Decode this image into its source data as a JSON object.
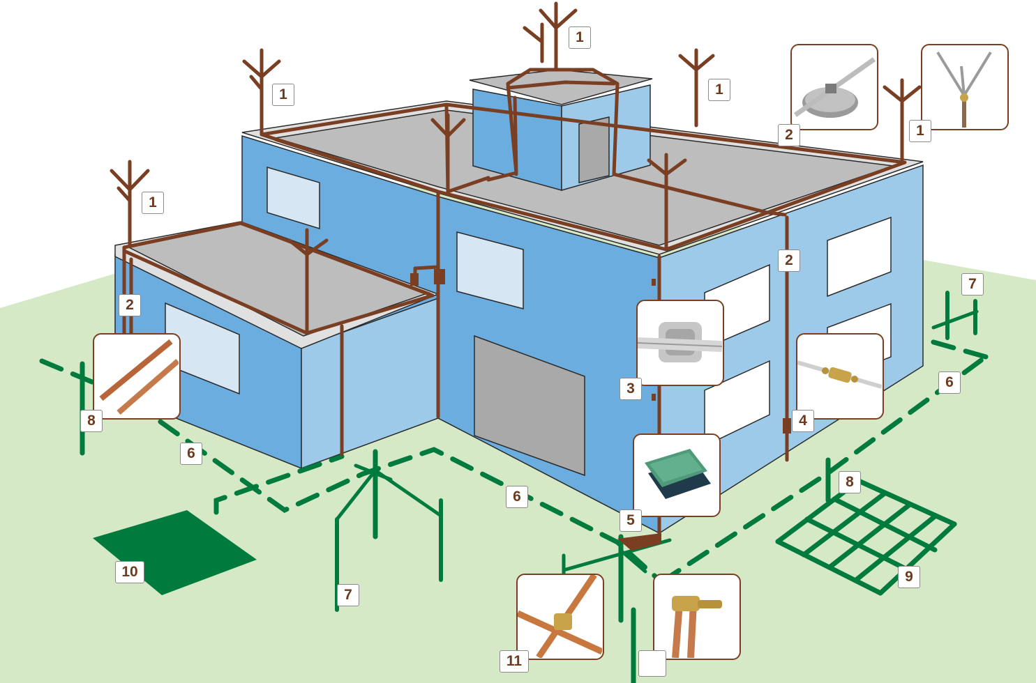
{
  "diagram": {
    "labels": {
      "air_terminal_roof_center": "1",
      "air_terminal_roof_left": "1",
      "air_terminal_roof_right": "1",
      "air_terminal_photo": "1",
      "air_terminal_lower_roof": "1",
      "conductor_photo": "2",
      "down_conductor_right": "2",
      "down_conductor_left": "2",
      "fixing_clip": "3",
      "test_joint": "4",
      "inspection_pit": "5",
      "ring_conductor_right": "6",
      "ring_conductor_left": "6",
      "ring_conductor_front": "6",
      "earth_rods_front": "7",
      "earth_rods_right": "7",
      "earth_rod_photo": "8",
      "earth_rod_right": "8",
      "earth_mesh": "9",
      "earth_plate": "10",
      "rod_clamp": "11",
      "rod_coupler": ""
    },
    "colors": {
      "background": "#ffffff",
      "ground": "#d5e9c6",
      "wall_front": "#6badde",
      "wall_side": "#9ecae9",
      "roof": "#bdbdbd",
      "roof_edge": "#e0e0e0",
      "window": "#d6e6f3",
      "door": "#a9a9a9",
      "conductor": "#7a3e22",
      "earthing": "#007a3d",
      "label_text": "#6b3a1f"
    }
  }
}
